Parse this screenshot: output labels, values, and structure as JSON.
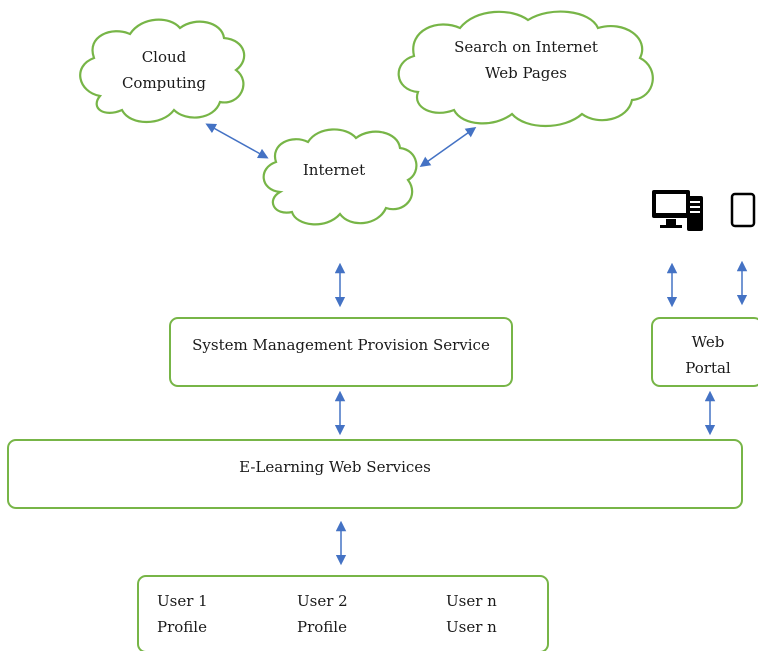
{
  "clouds": {
    "cloud_computing": {
      "line1": "Cloud",
      "line2": "Computing"
    },
    "search": {
      "line1": "Search on Internet",
      "line2": "Web Pages"
    },
    "internet": {
      "label": "Internet"
    }
  },
  "boxes": {
    "smps": {
      "label": "System Management Provision Service"
    },
    "web_portal": {
      "line1": "Web",
      "line2": "Portal"
    },
    "elearning": {
      "label": "E-Learning Web Services"
    }
  },
  "users": {
    "user1": {
      "line1": "User 1",
      "line2": "Profile"
    },
    "user2": {
      "line1": "User 2",
      "line2": "Profile"
    },
    "usern": {
      "line1": "User n",
      "line2": "User n"
    }
  },
  "devices": [
    "desktop-computer-icon",
    "tablet-icon"
  ],
  "colors": {
    "cloud_border": "#77b547",
    "box_border": "#77b547",
    "connector": "#4472c4",
    "icon": "#000000"
  }
}
